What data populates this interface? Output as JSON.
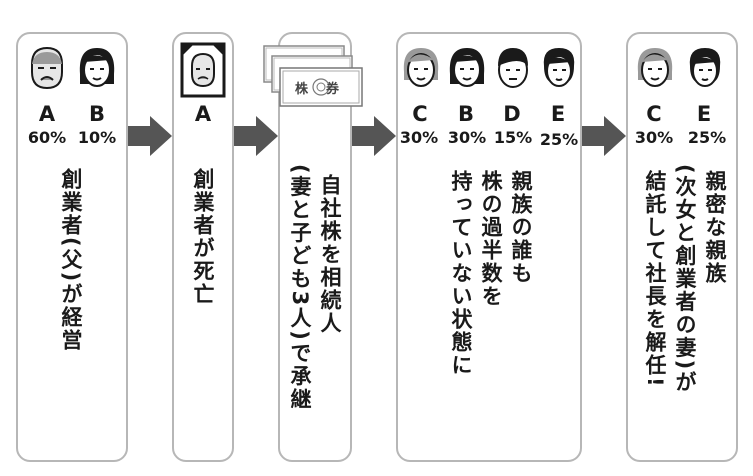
{
  "panels": [
    {
      "persons": [
        {
          "letter": "A",
          "pct": "60%"
        },
        {
          "letter": "B",
          "pct": "10%"
        }
      ],
      "lines": [
        "創業者(父)が経営"
      ]
    },
    {
      "persons": [
        {
          "letter": "A"
        }
      ],
      "lines": [
        "創業者が死亡"
      ]
    },
    {
      "stock_label": "株券",
      "lines": [
        "自社株を相続人",
        "(妻と子ども3人)で承継"
      ]
    },
    {
      "persons": [
        {
          "letter": "C",
          "pct": "30%"
        },
        {
          "letter": "B",
          "pct": "30%"
        },
        {
          "letter": "D",
          "pct": "15%"
        },
        {
          "letter": "E",
          "pct": "25%"
        }
      ],
      "lines": [
        "親族の誰も",
        "株の過半数を",
        "持っていない状態に"
      ]
    },
    {
      "persons": [
        {
          "letter": "C",
          "pct": "30%"
        },
        {
          "letter": "E",
          "pct": "25%"
        }
      ],
      "lines": [
        "親密な親族",
        "(次女と創業者の妻)が",
        "結託して社長を解任!"
      ]
    }
  ],
  "colors": {
    "arrow": "#555555",
    "border": "#b7b7b7",
    "face_gray": "#9a9a9a",
    "hair_dark": "#1a1a1a"
  }
}
